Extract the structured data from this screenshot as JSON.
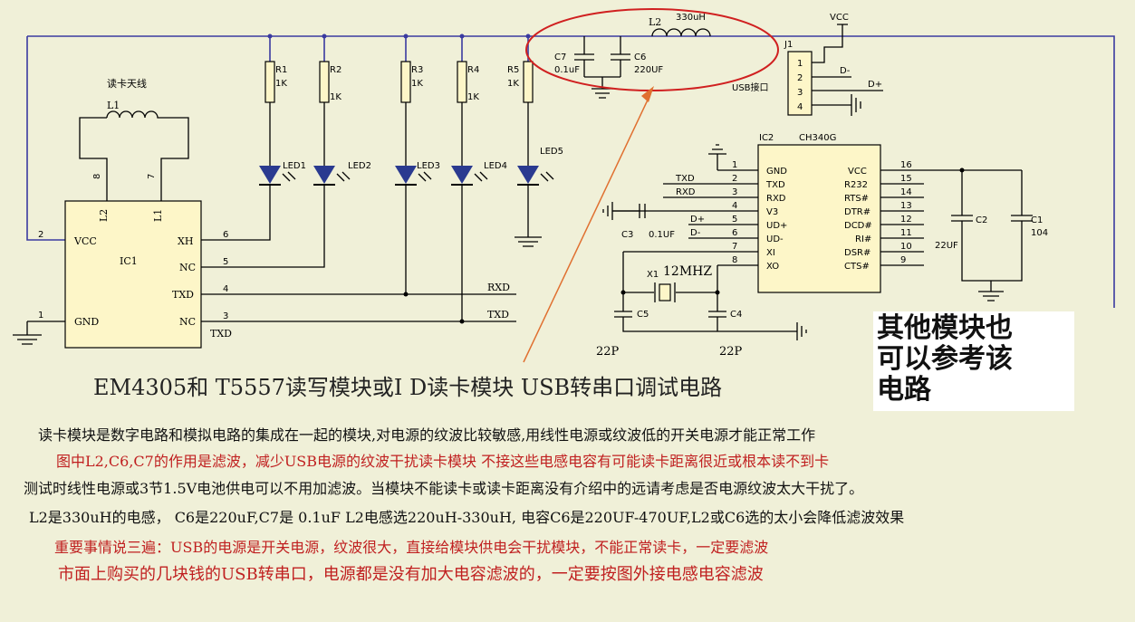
{
  "schematic": {
    "antenna_label": "读卡天线",
    "ic1": {
      "name": "IC1",
      "pins_left": [
        {
          "num": "2",
          "name": "VCC"
        },
        {
          "num": "1",
          "name": "GND"
        }
      ],
      "pins_top": [
        {
          "num": "8",
          "name": "L2"
        },
        {
          "num": "7",
          "name": "L1"
        }
      ],
      "pins_right": [
        {
          "num": "6",
          "name": "XH"
        },
        {
          "num": "5",
          "name": "NC"
        },
        {
          "num": "4",
          "name": "TXD"
        },
        {
          "num": "3",
          "name": "NC"
        }
      ],
      "below_label": "TXD"
    },
    "inductor_l1": "L1",
    "resistors": [
      {
        "ref": "R1",
        "val": "1K"
      },
      {
        "ref": "R2",
        "val": "1K"
      },
      {
        "ref": "R3",
        "val": "1K"
      },
      {
        "ref": "R4",
        "val": "1K"
      },
      {
        "ref": "R5",
        "val": "1K"
      }
    ],
    "leds": [
      "LED1",
      "LED2",
      "LED3",
      "LED4",
      "LED5"
    ],
    "nets": {
      "rxd": "RXD",
      "txd": "TXD",
      "vcc": "VCC",
      "dplus": "D+",
      "dminus": "D-"
    },
    "filter": {
      "l2": "L2",
      "l2_val": "330uH",
      "c7": "C7",
      "c7_val": "0.1uF",
      "c6": "C6",
      "c6_val": "220UF"
    },
    "usb": {
      "j1": "J1",
      "pins": [
        "1",
        "2",
        "3",
        "4"
      ],
      "label": "USB接口"
    },
    "ic2": {
      "ref": "IC2",
      "part": "CH340G",
      "left_pins": [
        {
          "num": "1",
          "name": "GND"
        },
        {
          "num": "2",
          "name": "TXD"
        },
        {
          "num": "3",
          "name": "RXD"
        },
        {
          "num": "4",
          "name": "V3"
        },
        {
          "num": "5",
          "name": "UD+"
        },
        {
          "num": "6",
          "name": "UD-"
        },
        {
          "num": "7",
          "name": "XI"
        },
        {
          "num": "8",
          "name": "XO"
        }
      ],
      "right_pins": [
        {
          "num": "16",
          "name": "VCC"
        },
        {
          "num": "15",
          "name": "R232"
        },
        {
          "num": "14",
          "name": "RTS#"
        },
        {
          "num": "13",
          "name": "DTR#"
        },
        {
          "num": "12",
          "name": "DCD#"
        },
        {
          "num": "11",
          "name": "RI#"
        },
        {
          "num": "10",
          "name": "DSR#"
        },
        {
          "num": "9",
          "name": "CTS#"
        }
      ]
    },
    "c3": {
      "ref": "C3",
      "val": "0.1UF"
    },
    "crystal": {
      "ref": "X1",
      "val": "12MHZ"
    },
    "c5": {
      "ref": "C5",
      "val": "22P"
    },
    "c4": {
      "ref": "C4",
      "val": "22P"
    },
    "c2": {
      "ref": "C2",
      "val": "22UF"
    },
    "c1": {
      "ref": "C1",
      "val": "104"
    }
  },
  "title": "EM4305和 T5557读写模块或I D读卡模块  USB转串口调试电路",
  "note": [
    "其他模块也",
    "可以参考该",
    "电路"
  ],
  "desc": [
    "读卡模块是数字电路和模拟电路的集成在一起的模块,对电源的纹波比较敏感,用线性电源或纹波低的开关电源才能正常工作",
    "图中L2,C6,C7的作用是滤波，减少USB电源的纹波干扰读卡模块   不接这些电感电容有可能读卡距离很近或根本读不到卡",
    "测试时线性电源或3节1.5V电池供电可以不用加滤波。当模块不能读卡或读卡距离没有介绍中的远请考虑是否电源纹波太大干扰了。",
    "L2是330uH的电感， C6是220uF,C7是 0.1uF    L2电感选220uH-330uH,  电容C6是220UF-470UF,L2或C6选的太小会降低滤波效果",
    "重要事情说三遍：USB的电源是开关电源，纹波很大，直接给模块供电会干扰模块，不能正常读卡，一定要滤波",
    "市面上购买的几块钱的USB转串口，电源都是没有加大电容滤波的，一定要按图外接电感电容滤波"
  ],
  "colors": {
    "background": "#f0f0d8",
    "wire": "#3a3aa0",
    "highlight": "#d02020",
    "arrow": "#e07030",
    "note_red": "#c02020"
  }
}
